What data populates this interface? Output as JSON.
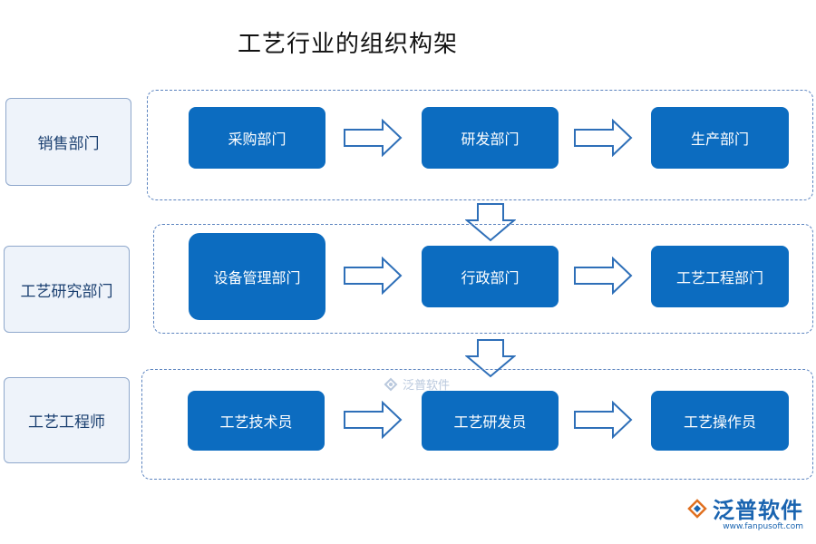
{
  "title": "工艺行业的组织构架",
  "rows": [
    {
      "side_label": "销售部门",
      "nodes": [
        "采购部门",
        "研发部门",
        "生产部门"
      ]
    },
    {
      "side_label": "工艺研究部门",
      "nodes": [
        "设备管理部门",
        "行政部门",
        "工艺工程部门"
      ]
    },
    {
      "side_label": "工艺工程师",
      "nodes": [
        "工艺技术员",
        "工艺研发员",
        "工艺操作员"
      ]
    }
  ],
  "watermark": "泛普软件",
  "brand": {
    "name": "泛普软件",
    "url": "www.fanpusoft.com"
  },
  "colors": {
    "node_fill": "#0c6cc0",
    "arrow_stroke": "#2e6fb8",
    "frame_border": "#5b83bf",
    "side_fill": "#eef3fa"
  },
  "icons": [
    "right-arrow-icon",
    "down-arrow-icon",
    "fanpu-logo-icon"
  ]
}
